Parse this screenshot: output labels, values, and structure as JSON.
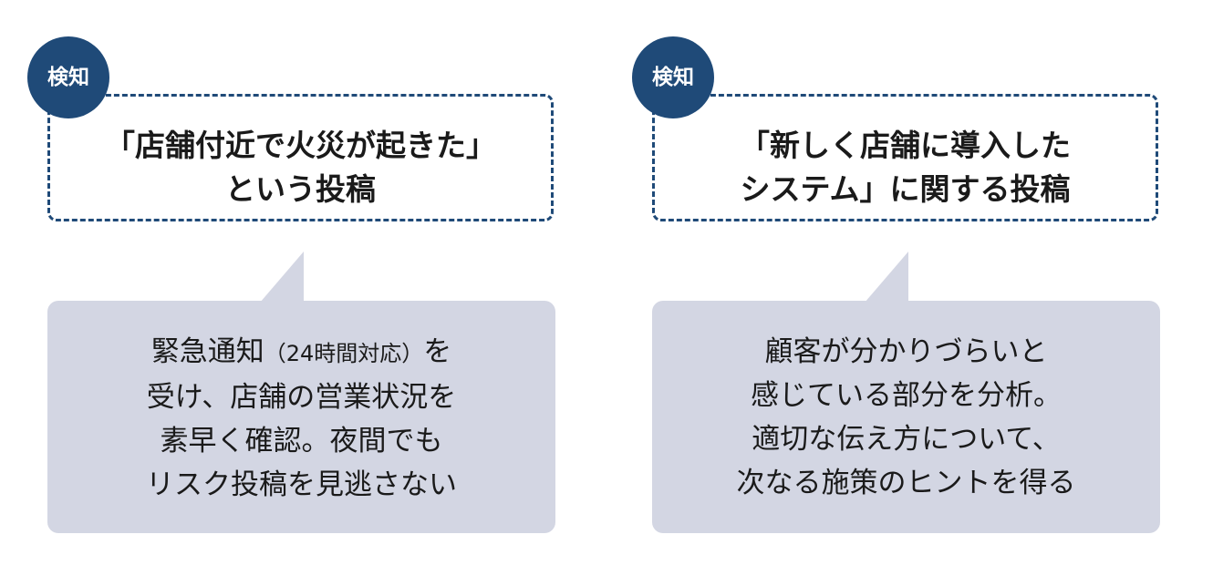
{
  "colors": {
    "badge": "#1f4a78",
    "dashed_border": "#1f4a78",
    "bubble": "#d3d6e3",
    "text": "#1a1a1a"
  },
  "panels": [
    {
      "badge": "検知",
      "query_lines": [
        "「店舗付近で火災が起きた」",
        "という投稿"
      ],
      "result": {
        "line1_pre": "緊急通知",
        "line1_small": "（24時間対応）",
        "line1_post": "を",
        "line2": "受け、店舗の営業状況を",
        "line3": "素早く確認。夜間でも",
        "line4": "リスク投稿を見逃さない"
      }
    },
    {
      "badge": "検知",
      "query_lines": [
        "「新しく店舗に導入した",
        "システム」に関する投稿"
      ],
      "result": {
        "line1": "顧客が分かりづらいと",
        "line2": "感じている部分を分析。",
        "line3": "適切な伝え方について、",
        "line4": "次なる施策のヒントを得る"
      }
    }
  ]
}
